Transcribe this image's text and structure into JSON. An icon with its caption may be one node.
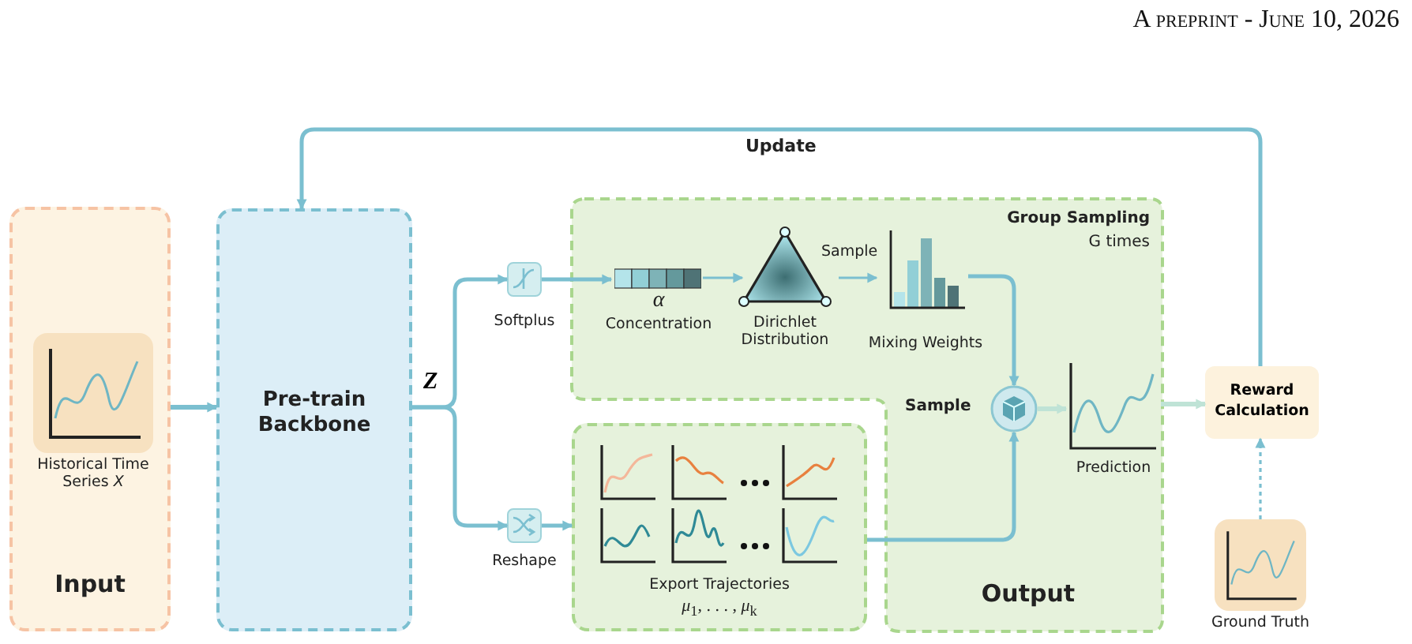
{
  "diagram": {
    "nodes": [
      {
        "text": [
          "Input"
        ]
      },
      {
        "text": [
          "Historical Time Series *X*"
        ],
        "in": 0
      },
      {
        "text": [
          "Pre-train Backbone"
        ]
      },
      {
        "text": [
          "Softplus"
        ]
      },
      {
        "text": [
          "Reshape"
        ]
      },
      {
        "text": [
          "Group Sampling",
          "G times",
          "Output"
        ]
      },
      {
        "text": [
          "α",
          "Concentration"
        ],
        "in": 5
      },
      {
        "text": [
          "Dirichlet Distribution"
        ],
        "in": 5
      },
      {
        "text": [
          "Mixing Weights"
        ],
        "in": 5
      },
      {
        "text": [
          "Sample"
        ],
        "in": 5
      },
      {
        "text": [
          "Prediction"
        ],
        "in": 5
      },
      {
        "text": [
          "Export Trajectories",
          "*μ*$_{1}$, . . . , *μ*$_{k}$"
        ]
      },
      {
        "text": [
          "Reward Calculation"
        ]
      },
      {
        "text": [
          "Ground Truth"
        ]
      }
    ],
    "edges": [
      {
        "from": 0,
        "to": 2,
        "arrow": "to"
      },
      {
        "from": 2,
        "to": 3,
        "arrow": "to"
      },
      {
        "from": 2,
        "to": 4,
        "arrow": "to"
      },
      {
        "from": 3,
        "to": 6,
        "arrow": "to"
      },
      {
        "from": 6,
        "to": 7,
        "arrow": "to"
      },
      {
        "from": 7,
        "to": 8,
        "arrow": "to",
        "label": "Sample"
      },
      {
        "from": 8,
        "to": 9,
        "arrow": "to"
      },
      {
        "from": 11,
        "to": 9,
        "arrow": "to"
      },
      {
        "from": 9,
        "to": 10,
        "arrow": "to",
        "color": "#bfe3d6"
      },
      {
        "from": 10,
        "to": 12,
        "arrow": "to",
        "color": "#bfe3d6"
      },
      {
        "from": 13,
        "to": 12,
        "arrow": "to",
        "style": "dashed"
      },
      {
        "from": 12,
        "to": 2,
        "arrow": "to",
        "label": "Update"
      },
      {
        "from": 4,
        "to": 11,
        "arrow": "to"
      }
    ],
    "labels": [
      "A preprint - June 10, 2026",
      "Z"
    ]
  }
}
